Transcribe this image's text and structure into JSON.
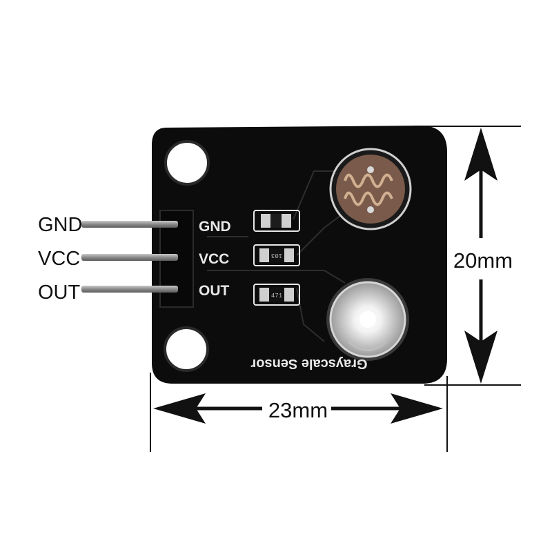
{
  "pins": [
    {
      "label": "GND"
    },
    {
      "label": "VCC"
    },
    {
      "label": "OUT"
    }
  ],
  "board": {
    "silkscreen": [
      "GND",
      "VCC",
      "OUT"
    ],
    "name": "Grayscale Sensor",
    "resistor_codes": [
      "103",
      "471"
    ],
    "color": "#0c0c0c"
  },
  "dimensions": {
    "width": "23mm",
    "height": "20mm"
  }
}
